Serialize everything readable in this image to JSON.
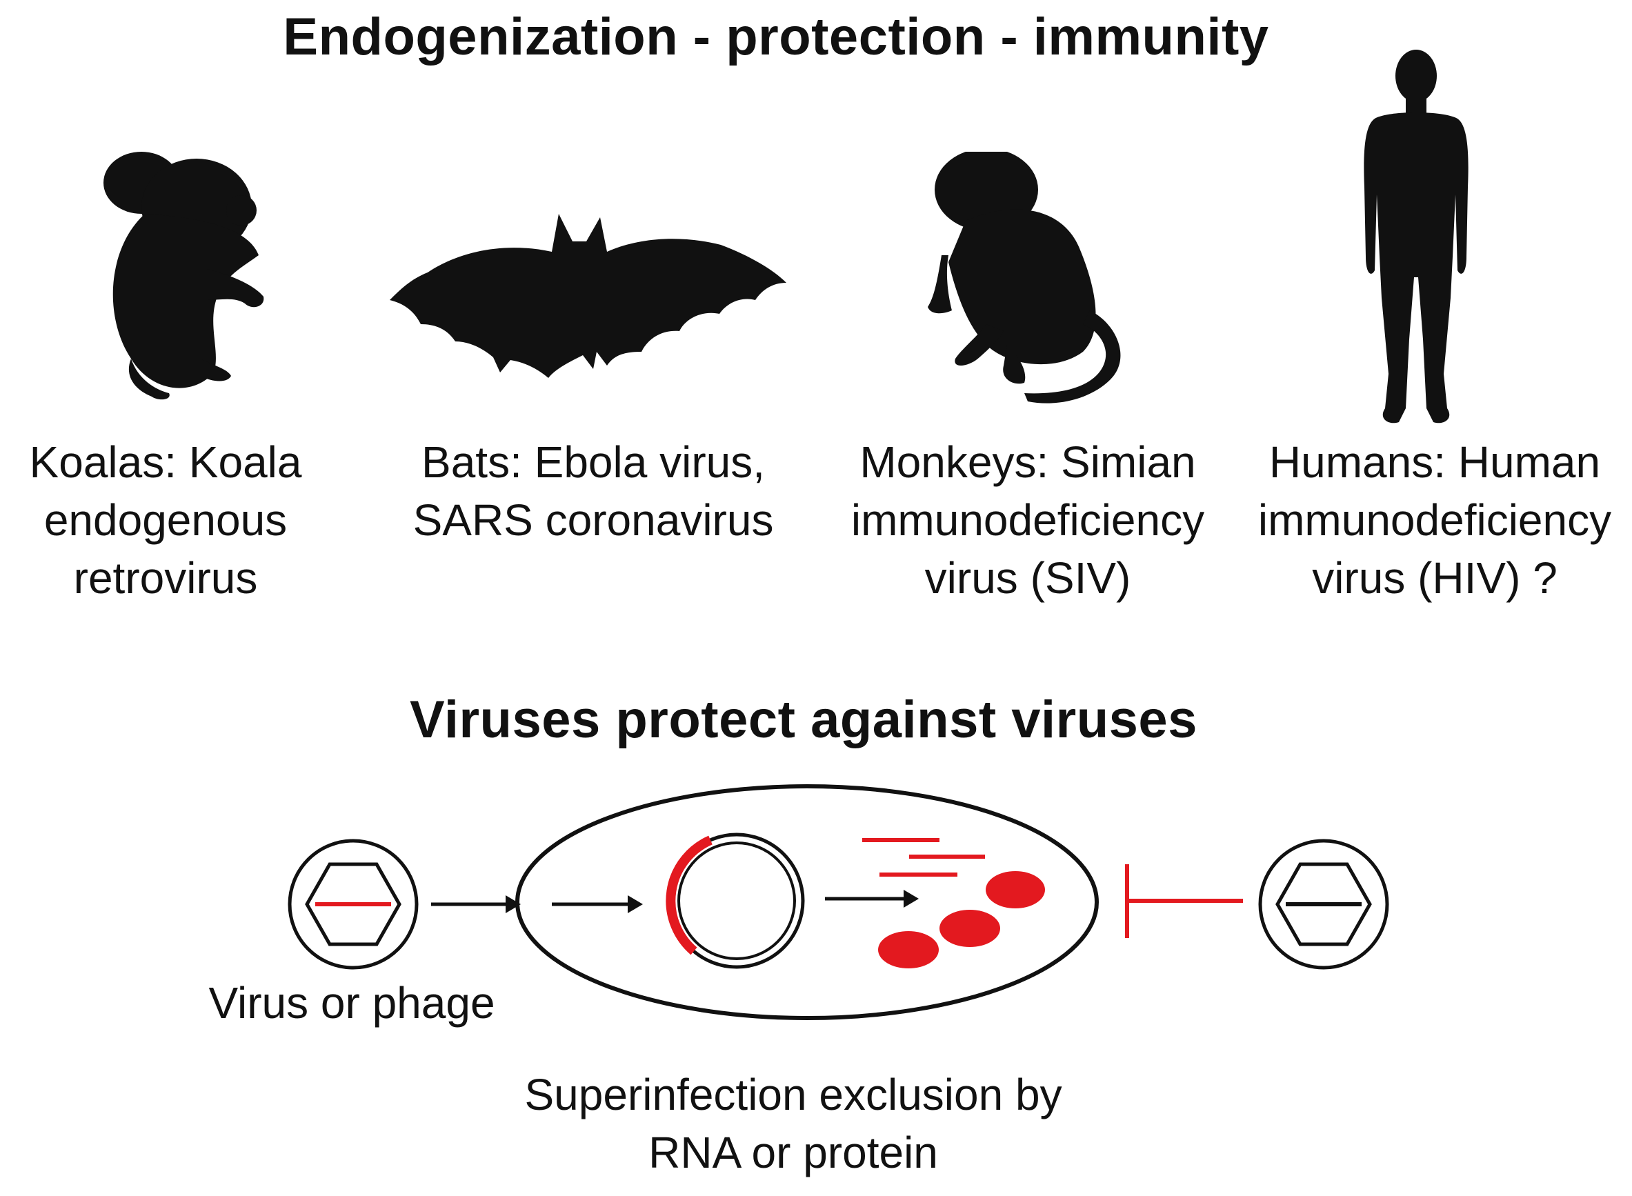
{
  "headings": {
    "top": "Endogenization - protection - immunity",
    "bottom": "Viruses protect against viruses"
  },
  "hosts": [
    {
      "silhouette": "koala-icon",
      "caption_lines": [
        "Koalas: Koala",
        "endogenous",
        "retrovirus"
      ]
    },
    {
      "silhouette": "bat-icon",
      "caption_lines": [
        "Bats: Ebola virus,",
        "SARS coronavirus"
      ]
    },
    {
      "silhouette": "monkey-icon",
      "caption_lines": [
        "Monkeys: Simian",
        "immunodeficiency",
        "virus (SIV)"
      ]
    },
    {
      "silhouette": "human-icon",
      "caption_lines": [
        "Humans: Human",
        "immunodeficiency",
        "virus (HIV) ?"
      ]
    }
  ],
  "diagram": {
    "virus_label": "Virus or phage",
    "exclusion_label_lines": [
      "Superinfection exclusion by",
      "RNA or protein"
    ],
    "colors": {
      "accent": "#e3191f",
      "ink": "#111111"
    }
  }
}
